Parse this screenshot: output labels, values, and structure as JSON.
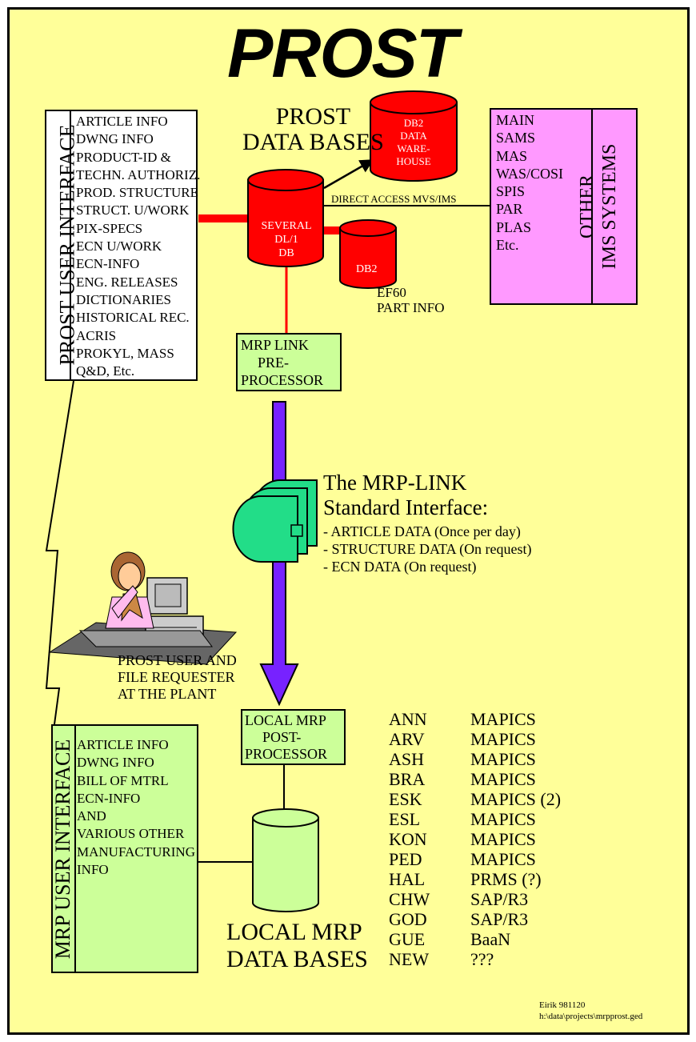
{
  "title": "PROST",
  "databases": {
    "heading_line1": "PROST",
    "heading_line2": "DATA BASES",
    "dl1": [
      "SEVERAL",
      "DL/1",
      "DB"
    ],
    "warehouse": [
      "DB2",
      "DATA",
      "WARE-",
      "HOUSE"
    ],
    "db2": "DB2",
    "ef60": [
      "EF60",
      "PART INFO"
    ],
    "direct_access": "DIRECT ACCESS MVS/IMS"
  },
  "prost_ui": {
    "label": "PROST USER INTERFACE",
    "items": [
      "ARTICLE INFO",
      "DWNG INFO",
      "PRODUCT-ID &",
      "TECHN. AUTHORIZ.",
      "PROD. STRUCTURE",
      "STRUCT. U/WORK",
      "PIX-SPECS",
      "ECN U/WORK",
      "ECN-INFO",
      "ENG. RELEASES",
      "DICTIONARIES",
      "HISTORICAL REC.",
      "ACRIS",
      "PROKYL, MASS",
      "Q&D, Etc."
    ]
  },
  "ims": {
    "label_line1": "OTHER",
    "label_line2": "IMS SYSTEMS",
    "items": [
      "MAIN",
      "SAMS",
      "MAS",
      "WAS/COSI",
      "SPIS",
      "PAR",
      "PLAS",
      "Etc."
    ]
  },
  "preprocessor": [
    "MRP LINK",
    "PRE-",
    "PROCESSOR"
  ],
  "standard_interface": {
    "line1": "The MRP-LINK",
    "line2": "Standard Interface:",
    "items": [
      "- ARTICLE DATA (Once per day)",
      "- STRUCTURE DATA (On request)",
      "- ECN DATA (On request)"
    ]
  },
  "requester": [
    "PROST USER AND",
    "FILE REQUESTER",
    "AT THE PLANT"
  ],
  "postprocessor": [
    "LOCAL MRP",
    "POST-",
    "PROCESSOR"
  ],
  "mrp_ui": {
    "label": "MRP USER INTERFACE",
    "items": [
      "ARTICLE INFO",
      "DWNG INFO",
      "BILL OF MTRL",
      "ECN-INFO",
      "AND",
      "VARIOUS OTHER",
      "MANUFACTURING",
      "INFO"
    ]
  },
  "local_db": [
    "LOCAL MRP",
    "DATA BASES"
  ],
  "plants": [
    {
      "code": "ANN",
      "system": "MAPICS"
    },
    {
      "code": "ARV",
      "system": "MAPICS"
    },
    {
      "code": "ASH",
      "system": "MAPICS"
    },
    {
      "code": "BRA",
      "system": "MAPICS"
    },
    {
      "code": "ESK",
      "system": "MAPICS (2)"
    },
    {
      "code": "ESL",
      "system": "MAPICS"
    },
    {
      "code": "KON",
      "system": "MAPICS"
    },
    {
      "code": "PED",
      "system": "MAPICS"
    },
    {
      "code": "HAL",
      "system": "PRMS (?)"
    },
    {
      "code": "CHW",
      "system": "SAP/R3"
    },
    {
      "code": "GOD",
      "system": "SAP/R3"
    },
    {
      "code": "GUE",
      "system": "BaaN"
    },
    {
      "code": "NEW",
      "system": "???"
    }
  ],
  "footer": [
    "Eirik 981120",
    "h:\\data\\projects\\mrpprost.ged"
  ],
  "colors": {
    "background": "#ffff99",
    "database_red": "#ff0000",
    "pink": "#ff99ff",
    "green": "#ccff99",
    "arrow_blue": "#7722ff",
    "tape_green": "#22dd88"
  }
}
